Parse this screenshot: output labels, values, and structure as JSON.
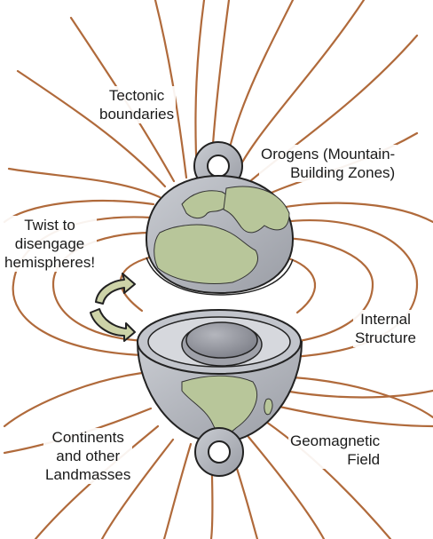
{
  "labels": {
    "tectonic": [
      "Tectonic",
      "boundaries"
    ],
    "orogens": [
      "Orogens (Mountain-",
      "Building Zones)"
    ],
    "twist": [
      "Twist to",
      "disengage",
      "hemispheres!"
    ],
    "internal": [
      "Internal",
      "Structure"
    ],
    "continents": [
      "Continents",
      "and other",
      "Landmasses"
    ],
    "geomagnetic": [
      "Geomagnetic",
      "Field"
    ]
  },
  "colors": {
    "field_line": "#b06a3b",
    "ocean_shell": "#a9acb3",
    "land": "#b8c69a",
    "core": "#8d8f97",
    "arrow_fill": "#cdd3a8",
    "outline": "#222222"
  }
}
